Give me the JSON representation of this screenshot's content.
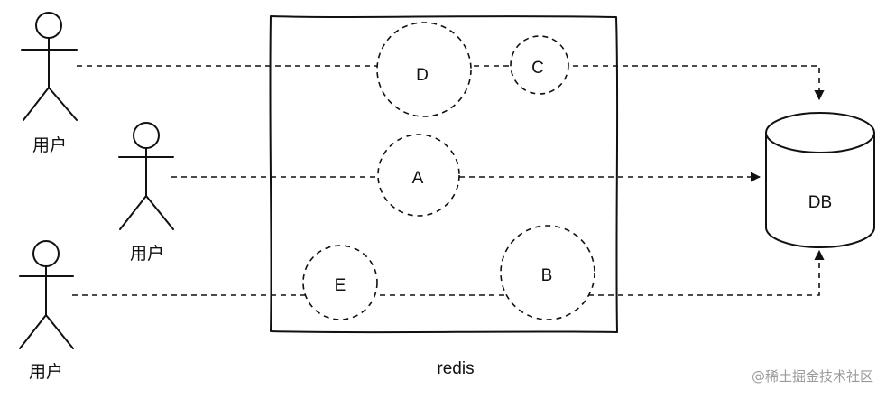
{
  "users": [
    {
      "label": "用户"
    },
    {
      "label": "用户"
    },
    {
      "label": "用户"
    }
  ],
  "cache": {
    "label": "redis",
    "keys": [
      "D",
      "C",
      "A",
      "E",
      "B"
    ]
  },
  "database": {
    "label": "DB"
  },
  "watermark": "@稀土掘金技术社区"
}
